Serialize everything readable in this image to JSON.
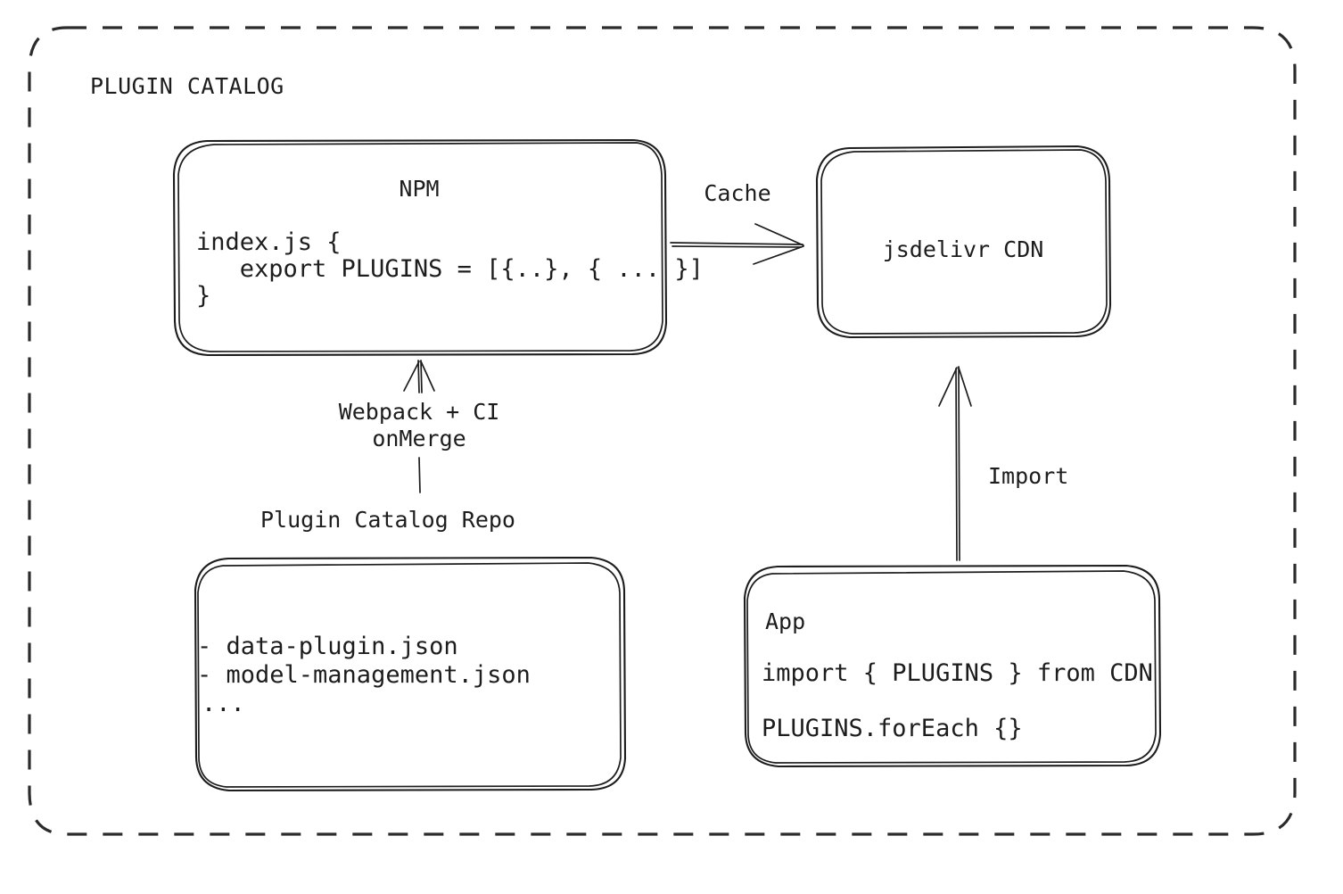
{
  "diagram": {
    "type": "architecture-flow",
    "container": {
      "label": "PLUGIN CATALOG",
      "border_style": "dashed"
    },
    "colors": {
      "stroke": "#1d1d1d",
      "background": "#ffffff",
      "dashed_border": "#2b2b2b"
    },
    "nodes": {
      "npm": {
        "title": "NPM",
        "code": [
          "index.js {",
          "   export PLUGINS = [{..}, { ... }]",
          "}"
        ]
      },
      "cdn": {
        "title": "jsdelivr CDN"
      },
      "repo": {
        "caption": "Plugin Catalog Repo",
        "items": [
          "- data-plugin.json",
          "- model-management.json",
          "..."
        ]
      },
      "app": {
        "title": "App",
        "code": [
          "import { PLUGINS } from CDN",
          "PLUGINS.forEach {}"
        ]
      }
    },
    "edges": [
      {
        "id": "npm-to-cdn",
        "from": "npm",
        "to": "cdn",
        "label": "Cache",
        "direction": "right"
      },
      {
        "id": "repo-to-npm",
        "from": "repo",
        "to": "npm",
        "label_lines": [
          "Webpack + CI",
          "onMerge"
        ],
        "direction": "up"
      },
      {
        "id": "app-to-cdn",
        "from": "app",
        "to": "cdn",
        "label": "Import",
        "direction": "up"
      }
    ]
  }
}
